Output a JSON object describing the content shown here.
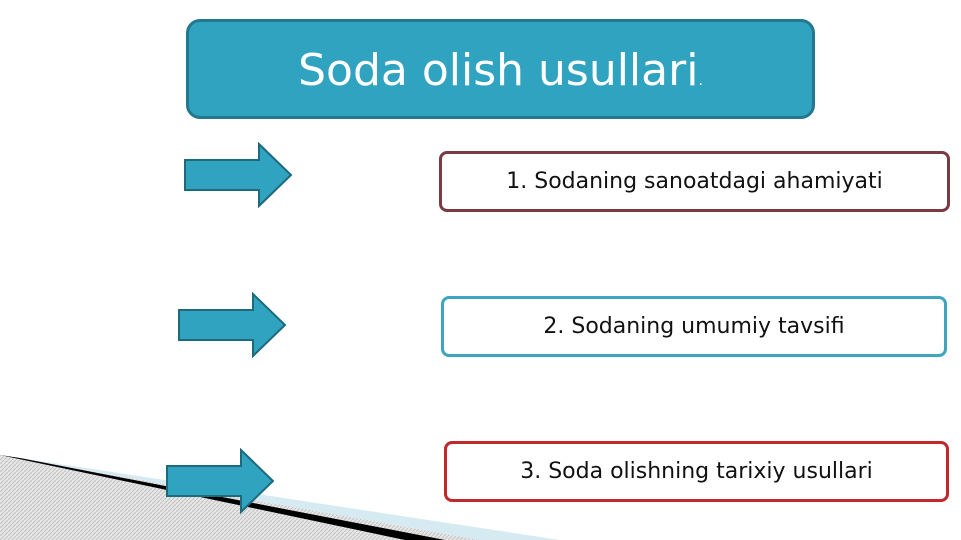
{
  "title": {
    "main": "Soda olish usullari",
    "suffix": "."
  },
  "items": [
    {
      "label": "1. Sodaning sanoatdagi ahamiyati",
      "border_color": "#7b3b45"
    },
    {
      "label": "2. Sodaning umumiy tavsifi",
      "border_color": "#3ea5c0"
    },
    {
      "label": "3. Soda olishning tarixiy usullari",
      "border_color": "#c1272d"
    }
  ],
  "icons": {
    "arrow": "right-arrow-icon"
  },
  "colors": {
    "title_fill": "#2fa3bf",
    "title_border": "#23788d",
    "arrow_fill": "#2fa3bf",
    "arrow_stroke": "#1d6a7c"
  }
}
